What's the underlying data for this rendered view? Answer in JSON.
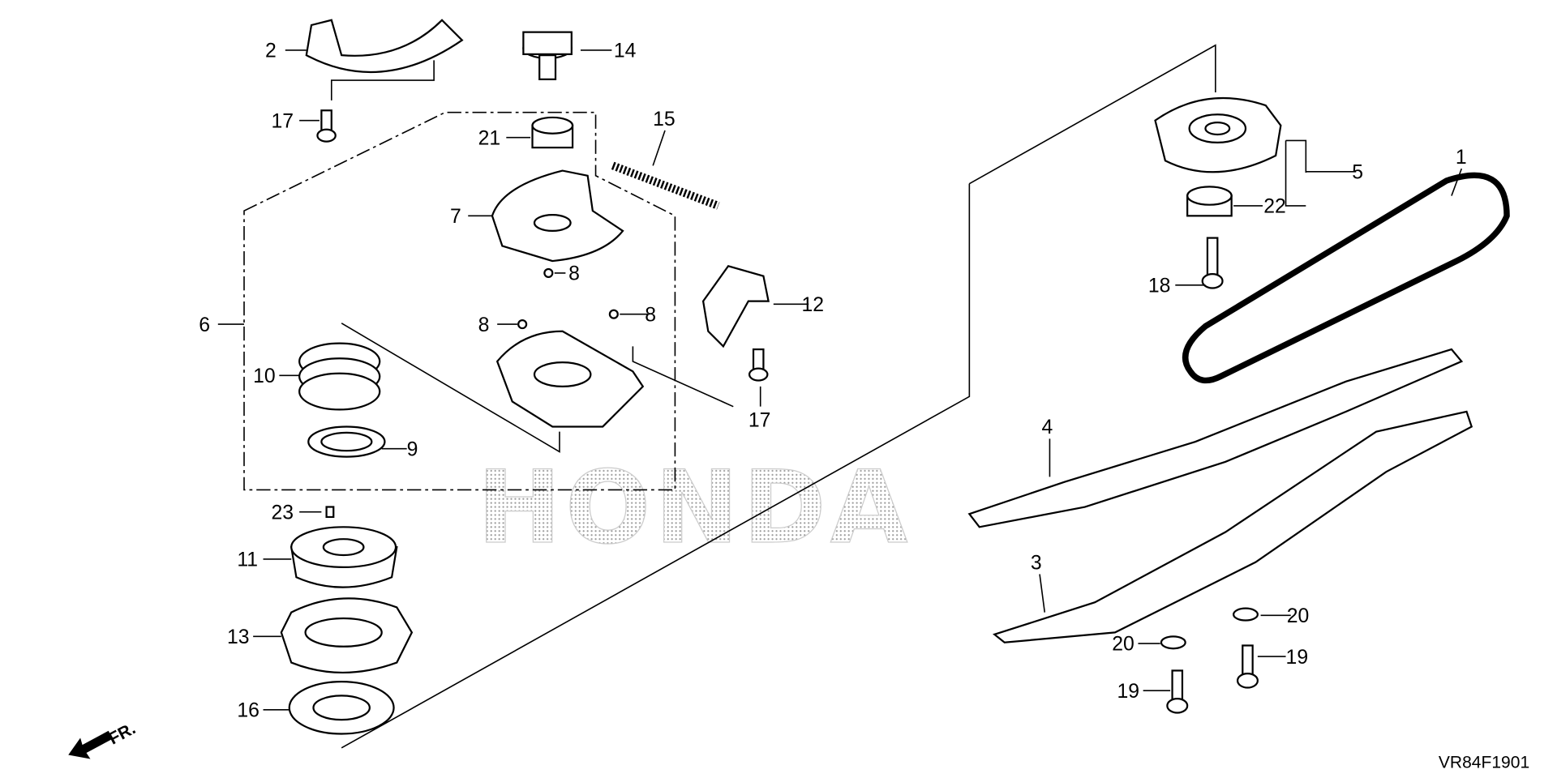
{
  "diagram": {
    "watermark": "HONDA",
    "direction_label": "FR.",
    "diagram_code": "VR84F1901",
    "callouts": {
      "c1": "1",
      "c2": "2",
      "c3": "3",
      "c4": "4",
      "c5": "5",
      "c6": "6",
      "c7": "7",
      "c8a": "8",
      "c8b": "8",
      "c8c": "8",
      "c9": "9",
      "c10": "10",
      "c11": "11",
      "c12": "12",
      "c13": "13",
      "c14": "14",
      "c15": "15",
      "c16": "16",
      "c17a": "17",
      "c17b": "17",
      "c18": "18",
      "c19a": "19",
      "c19b": "19",
      "c20a": "20",
      "c20b": "20",
      "c21": "21",
      "c22": "22",
      "c23": "23"
    }
  }
}
